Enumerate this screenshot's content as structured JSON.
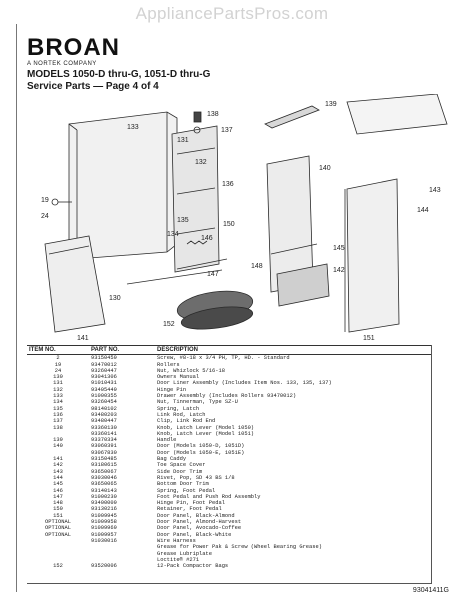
{
  "watermark": "AppliancePartsPros.com",
  "logo": {
    "word": "BROAN",
    "sub": "A NORTEK COMPANY"
  },
  "header": {
    "line1": "MODELS 1050-D thru-G, 1051-D thru-G",
    "line2": "Service Parts — Page 4 of 4"
  },
  "callouts": [
    "139",
    "138",
    "137",
    "133",
    "131",
    "132",
    "140",
    "136",
    "19",
    "24",
    "135",
    "134",
    "146",
    "150",
    "143",
    "144",
    "145",
    "142",
    "148",
    "147",
    "130",
    "152",
    "141",
    "151"
  ],
  "table": {
    "columns": [
      "ITEM NO.",
      "PART NO.",
      "DESCRIPTION"
    ],
    "rows": [
      [
        "2",
        "93150459",
        "Screw, #8-18 x 3/4 PH, TP, HD. - Standard"
      ],
      [
        "19",
        "93470012",
        "Rollers"
      ],
      [
        "24",
        "93260447",
        "Nut, Whizlock 5/16-18"
      ],
      [
        "130",
        "93041306",
        "Owners Manual"
      ],
      [
        "131",
        "91010431",
        "Door Liner Assembly (Includes Item Nos. 133, 135, 137)"
      ],
      [
        "132",
        "93405449",
        "Hinge Pin"
      ],
      [
        "133",
        "91000355",
        "Drawer Assembly (Includes Rollers 93470012)"
      ],
      [
        "134",
        "93260454",
        "Nut, Tinnerman, Type SZ-U"
      ],
      [
        "135",
        "98140102",
        "Spring, Latch"
      ],
      [
        "136",
        "93480203",
        "Link Rod, Latch"
      ],
      [
        "137",
        "93480447",
        "Clip, Link Rod End"
      ],
      [
        "138",
        "93360130",
        "Knob, Latch Lever (Model 1050)"
      ],
      [
        "",
        "93360141",
        "Knob, Latch Lever (Model 1051)"
      ],
      [
        "139",
        "93370334",
        "Handle"
      ],
      [
        "140",
        "93060391",
        "Door (Models 1050-D, 1051D)"
      ],
      [
        "",
        "93067830",
        "Door (Models 1050-E, 1051E)"
      ],
      [
        "141",
        "93150485",
        "Bag Caddy"
      ],
      [
        "142",
        "93180615",
        "Toe Space Cover"
      ],
      [
        "143",
        "93650067",
        "Side Door Trim"
      ],
      [
        "144",
        "93030046",
        "Rivet, Pop, SD 43 BS 1/8"
      ],
      [
        "145",
        "93650065",
        "Bottom Door Trim"
      ],
      [
        "146",
        "93140143",
        "Spring, Foot Pedal"
      ],
      [
        "147",
        "91000230",
        "Foot Pedal and Push Rod Assembly"
      ],
      [
        "148",
        "93400009",
        "Hinge Pin, Foot Pedal"
      ],
      [
        "150",
        "93130216",
        "Retainer, Foot Pedal"
      ],
      [
        "151",
        "91009945",
        "Door Panel, Black-Almond"
      ],
      [
        "OPTIONAL",
        "91009958",
        "Door Panel, Almond-Harvest"
      ],
      [
        "OPTIONAL",
        "91009969",
        "Door Panel, Avocado-Coffee"
      ],
      [
        "OPTIONAL",
        "91009957",
        "Door Panel, Black-White"
      ],
      [
        "",
        "91030016",
        "Wire Harness"
      ],
      [
        "",
        "",
        "Grease for Power Pak & Screw (Wheel Bearing Grease)"
      ],
      [
        "",
        "",
        "Grease Lubriplate"
      ],
      [
        "",
        "",
        "Loctite® #271"
      ],
      [
        "152",
        "93520006",
        "12-Pack Compactor Bags"
      ]
    ]
  },
  "doc_number": "93041411G"
}
